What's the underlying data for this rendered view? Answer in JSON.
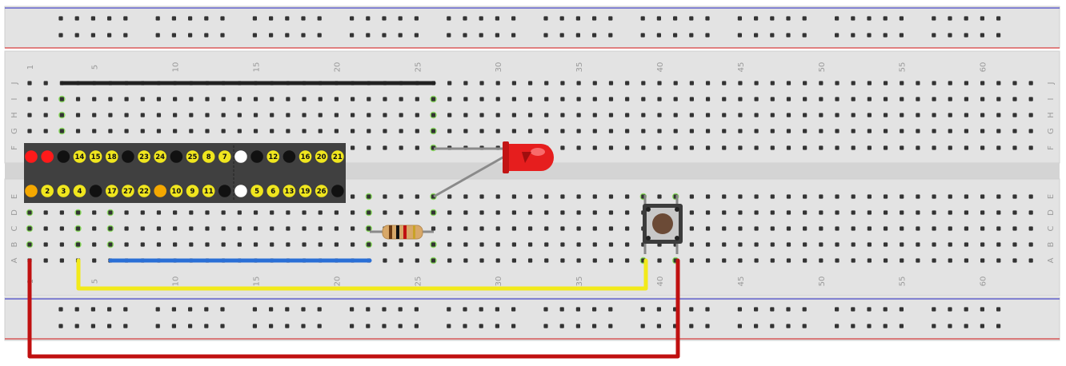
{
  "breadboard": {
    "column_numbers": [
      "1",
      "5",
      "10",
      "15",
      "20",
      "25",
      "30",
      "35",
      "40",
      "45",
      "50",
      "55",
      "60"
    ],
    "row_letters_top": [
      "J",
      "I",
      "H",
      "G",
      "F"
    ],
    "row_letters_bottom": [
      "E",
      "D",
      "C",
      "B",
      "A"
    ]
  },
  "gpio_header": {
    "top_row": [
      {
        "label": "",
        "kind": "red"
      },
      {
        "label": "",
        "kind": "red"
      },
      {
        "label": "",
        "kind": "black"
      },
      {
        "label": "14",
        "kind": "yellow"
      },
      {
        "label": "15",
        "kind": "yellow"
      },
      {
        "label": "18",
        "kind": "yellow"
      },
      {
        "label": "",
        "kind": "black"
      },
      {
        "label": "23",
        "kind": "yellow"
      },
      {
        "label": "24",
        "kind": "yellow"
      },
      {
        "label": "",
        "kind": "black"
      },
      {
        "label": "25",
        "kind": "yellow"
      },
      {
        "label": "8",
        "kind": "yellow"
      },
      {
        "label": "7",
        "kind": "yellow"
      },
      {
        "label": "",
        "kind": "white"
      },
      {
        "label": "",
        "kind": "black"
      },
      {
        "label": "12",
        "kind": "yellow"
      },
      {
        "label": "",
        "kind": "black"
      },
      {
        "label": "16",
        "kind": "yellow"
      },
      {
        "label": "20",
        "kind": "yellow"
      },
      {
        "label": "21",
        "kind": "yellow"
      }
    ],
    "bottom_row": [
      {
        "label": "",
        "kind": "orange"
      },
      {
        "label": "2",
        "kind": "yellow"
      },
      {
        "label": "3",
        "kind": "yellow"
      },
      {
        "label": "4",
        "kind": "yellow"
      },
      {
        "label": "",
        "kind": "black"
      },
      {
        "label": "17",
        "kind": "yellow"
      },
      {
        "label": "27",
        "kind": "yellow"
      },
      {
        "label": "22",
        "kind": "yellow"
      },
      {
        "label": "",
        "kind": "orange"
      },
      {
        "label": "10",
        "kind": "yellow"
      },
      {
        "label": "9",
        "kind": "yellow"
      },
      {
        "label": "11",
        "kind": "yellow"
      },
      {
        "label": "",
        "kind": "black"
      },
      {
        "label": "",
        "kind": "white"
      },
      {
        "label": "5",
        "kind": "yellow"
      },
      {
        "label": "6",
        "kind": "yellow"
      },
      {
        "label": "13",
        "kind": "yellow"
      },
      {
        "label": "19",
        "kind": "yellow"
      },
      {
        "label": "26",
        "kind": "yellow"
      },
      {
        "label": "",
        "kind": "black"
      }
    ]
  },
  "colors": {
    "board": "#e3e3e3",
    "board_edge": "#cfcfcf",
    "hole": "#333333",
    "active_hole": "#7ddc4a",
    "rail_red": "#d01010",
    "rail_blue": "#2020c0",
    "wire_black": "#222222",
    "wire_blue": "#2a6fd6",
    "wire_yellow": "#f2ea1a",
    "wire_red": "#c01010",
    "wire_grey": "#8a8a8a",
    "led": "#e61e1e",
    "header": "#404040",
    "pin_yellow": "#f0e61e",
    "pin_orange": "#f5a800"
  },
  "components": [
    {
      "name": "led",
      "icon": "led-icon"
    },
    {
      "name": "resistor",
      "icon": "resistor-icon"
    },
    {
      "name": "pushbutton",
      "icon": "pushbutton-icon"
    }
  ]
}
